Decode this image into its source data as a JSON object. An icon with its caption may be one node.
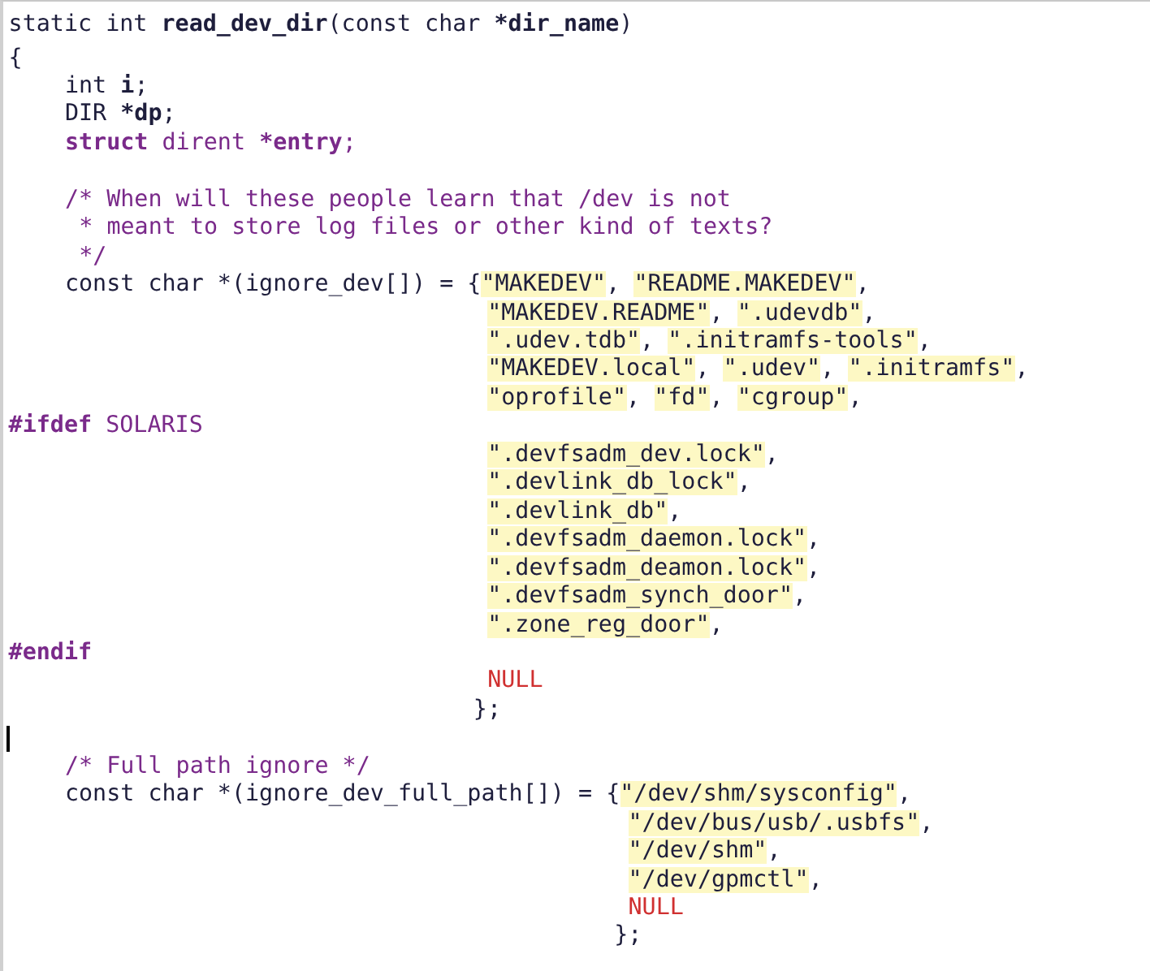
{
  "diagram": {
    "labels": [
      "static int **read_dev_dir**(const char ***dir_name**)",
      "{",
      "int **i**;",
      "DIR ***dp**;",
      "**struct** dirent ***entry**;",
      "/* When will these people learn that /dev is not",
      "* meant to store log files or other kind of texts?",
      "*/",
      "const char *(ignore_dev[]) = {\"MAKEDEV\", \"README.MAKEDEV\",",
      "\"MAKEDEV.README\", \".udevdb\",",
      "\".udev.tdb\", \".initramfs-tools\",",
      "\"MAKEDEV.local\", \".udev\", \".initramfs\",",
      "\"oprofile\", \"fd\", \"cgroup\",",
      "**#ifdef** SOLARIS",
      "\".devfsadm_dev.lock\",",
      "\".devlink_db_lock\",",
      "\".devlink_db\",",
      "\".devfsadm_daemon.lock\",",
      "\".devfsadm_deamon.lock\",",
      "\".devfsadm_synch_door\",",
      "\".zone_reg_door\",",
      "**#endif**",
      "NULL",
      "};",
      "/* Full path ignore */",
      "const char *(ignore_dev_full_path[]) = {\"/dev/shm/sysconfig\",",
      "\"/dev/bus/usb/.usbfs\",",
      "\"/dev/shm\",",
      "\"/dev/gpmctl\",",
      "NULL",
      "};"
    ]
  }
}
